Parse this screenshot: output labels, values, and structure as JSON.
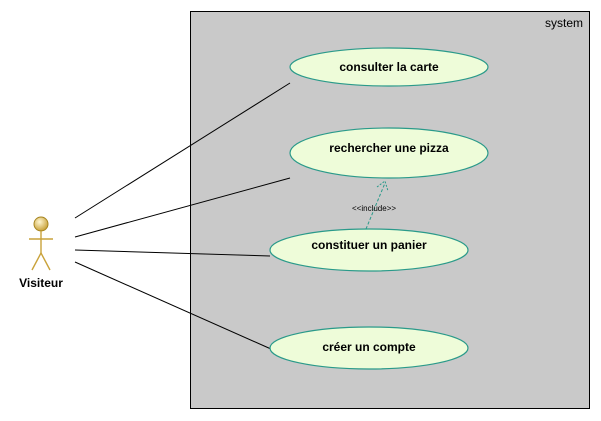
{
  "system": {
    "label": "system",
    "fill": "#c9c9c9"
  },
  "actor": {
    "name": "Visiteur",
    "icon": "stick-figure-actor-icon",
    "color": "#e6c66b"
  },
  "use_cases": [
    {
      "id": "consulter",
      "label": "consulter la carte"
    },
    {
      "id": "rechercher",
      "label": "rechercher une pizza"
    },
    {
      "id": "constituer",
      "label": "constituer un panier"
    },
    {
      "id": "creer",
      "label": "créer un compte"
    }
  ],
  "use_case_fill": "#eefcd9",
  "use_case_stroke": "#2a9a8a",
  "relations": {
    "include_label": "<<include>>"
  }
}
